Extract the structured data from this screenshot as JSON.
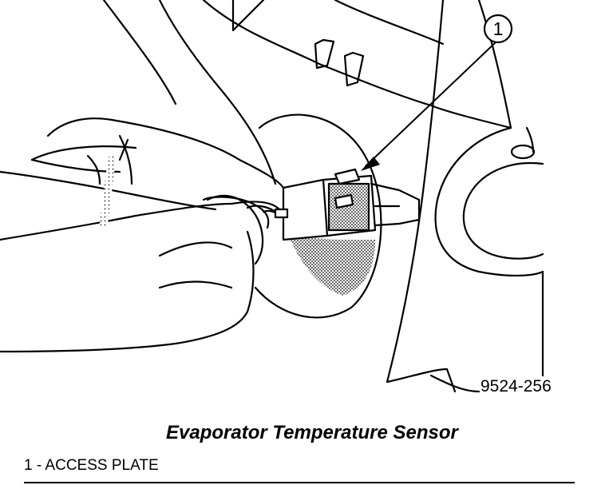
{
  "figure": {
    "title": "Evaporator Temperature Sensor",
    "figure_number": "9524-256",
    "callout_number": "1",
    "legend": [
      {
        "number": "1",
        "label": "ACCESS PLATE"
      }
    ]
  },
  "colors": {
    "ink": "#000000",
    "paper": "#ffffff",
    "shade": "#aaaaaa"
  }
}
